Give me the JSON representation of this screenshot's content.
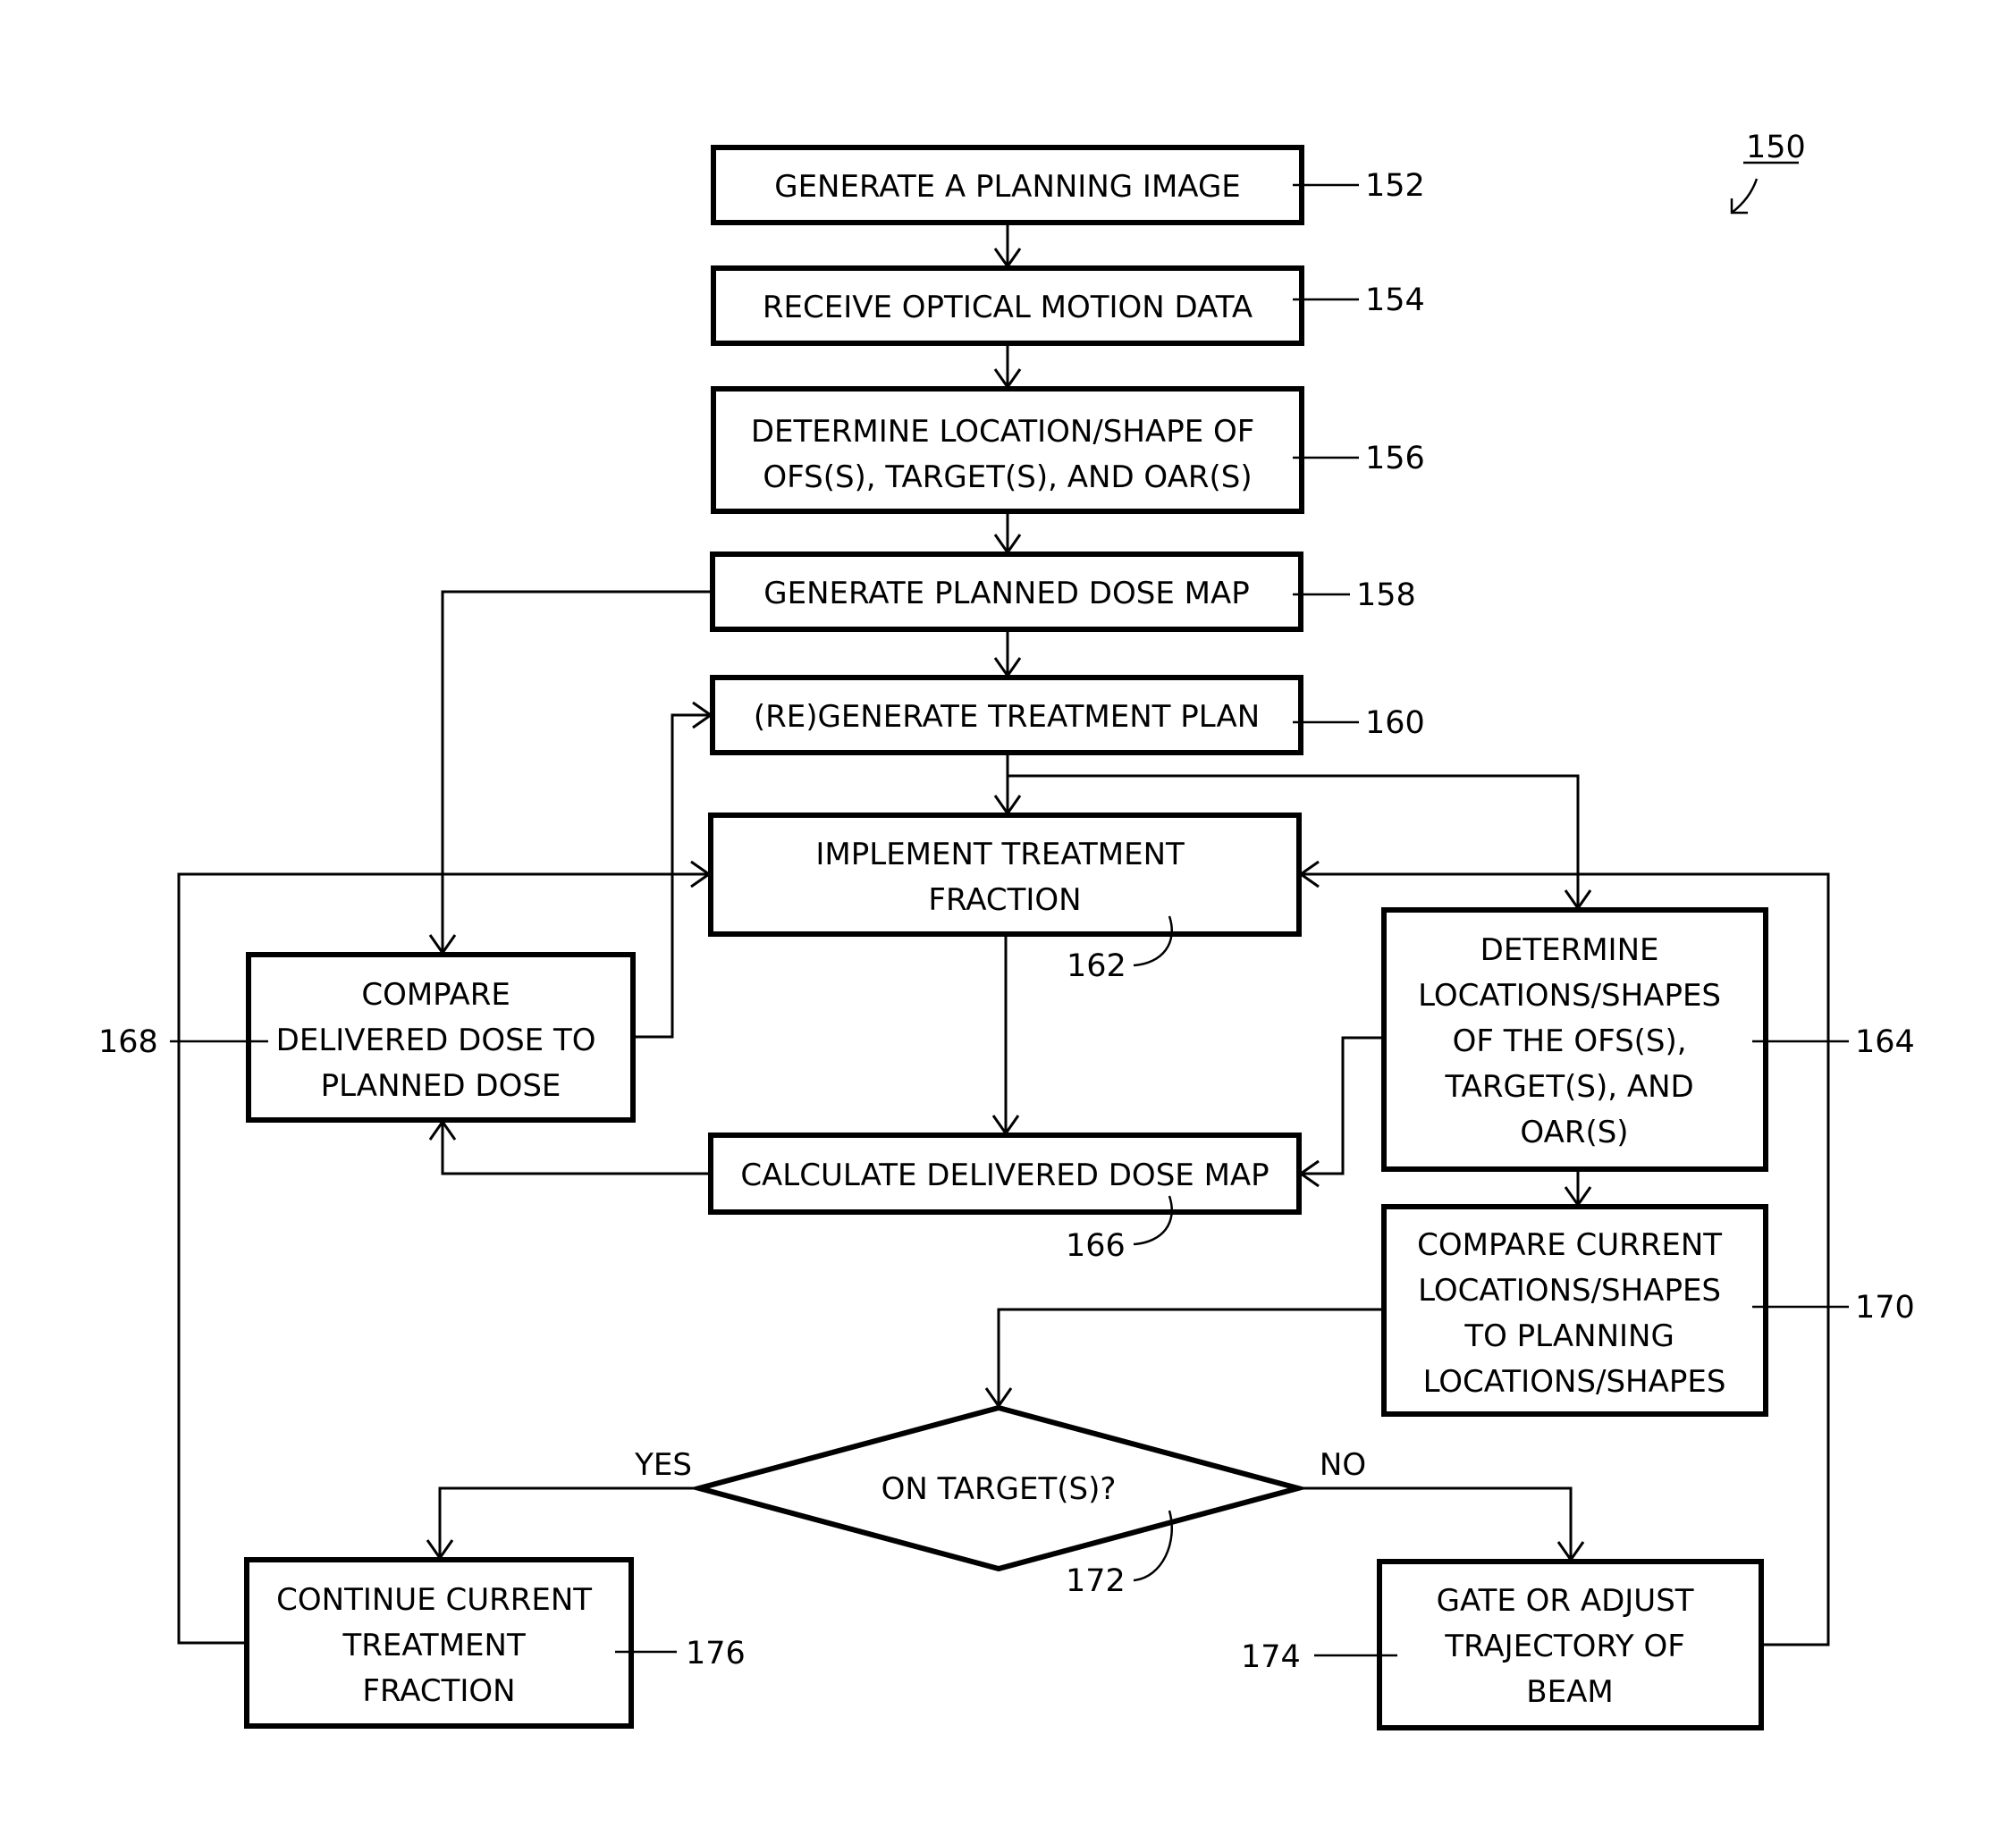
{
  "figure_ref": "150",
  "steps": {
    "s152": {
      "lines": [
        "GENERATE A PLANNING IMAGE"
      ],
      "ref": "152"
    },
    "s154": {
      "lines": [
        "RECEIVE OPTICAL MOTION DATA"
      ],
      "ref": "154"
    },
    "s156": {
      "lines": [
        "DETERMINE LOCATION/SHAPE OF",
        "OFS(S), TARGET(S), AND OAR(S)"
      ],
      "ref": "156"
    },
    "s158": {
      "lines": [
        "GENERATE PLANNED DOSE MAP"
      ],
      "ref": "158"
    },
    "s160": {
      "lines": [
        "(RE)GENERATE TREATMENT PLAN"
      ],
      "ref": "160"
    },
    "s162": {
      "lines": [
        "IMPLEMENT TREATMENT",
        "FRACTION"
      ],
      "ref": "162"
    },
    "s164": {
      "lines": [
        "DETERMINE",
        "LOCATIONS/SHAPES",
        "OF THE OFS(S),",
        "TARGET(S), AND",
        "OAR(S)"
      ],
      "ref": "164"
    },
    "s166": {
      "lines": [
        "CALCULATE DELIVERED DOSE MAP"
      ],
      "ref": "166"
    },
    "s168": {
      "lines": [
        "COMPARE",
        "DELIVERED DOSE TO",
        "PLANNED DOSE"
      ],
      "ref": "168"
    },
    "s170": {
      "lines": [
        "COMPARE CURRENT",
        "LOCATIONS/SHAPES",
        "TO PLANNING",
        "LOCATIONS/SHAPES"
      ],
      "ref": "170"
    },
    "s172": {
      "lines": [
        "ON TARGET(S)?"
      ],
      "ref": "172"
    },
    "s174": {
      "lines": [
        "GATE OR ADJUST",
        "TRAJECTORY OF",
        "BEAM"
      ],
      "ref": "174"
    },
    "s176": {
      "lines": [
        "CONTINUE CURRENT",
        "TREATMENT",
        "FRACTION"
      ],
      "ref": "176"
    }
  },
  "branch_labels": {
    "yes": "YES",
    "no": "NO"
  }
}
